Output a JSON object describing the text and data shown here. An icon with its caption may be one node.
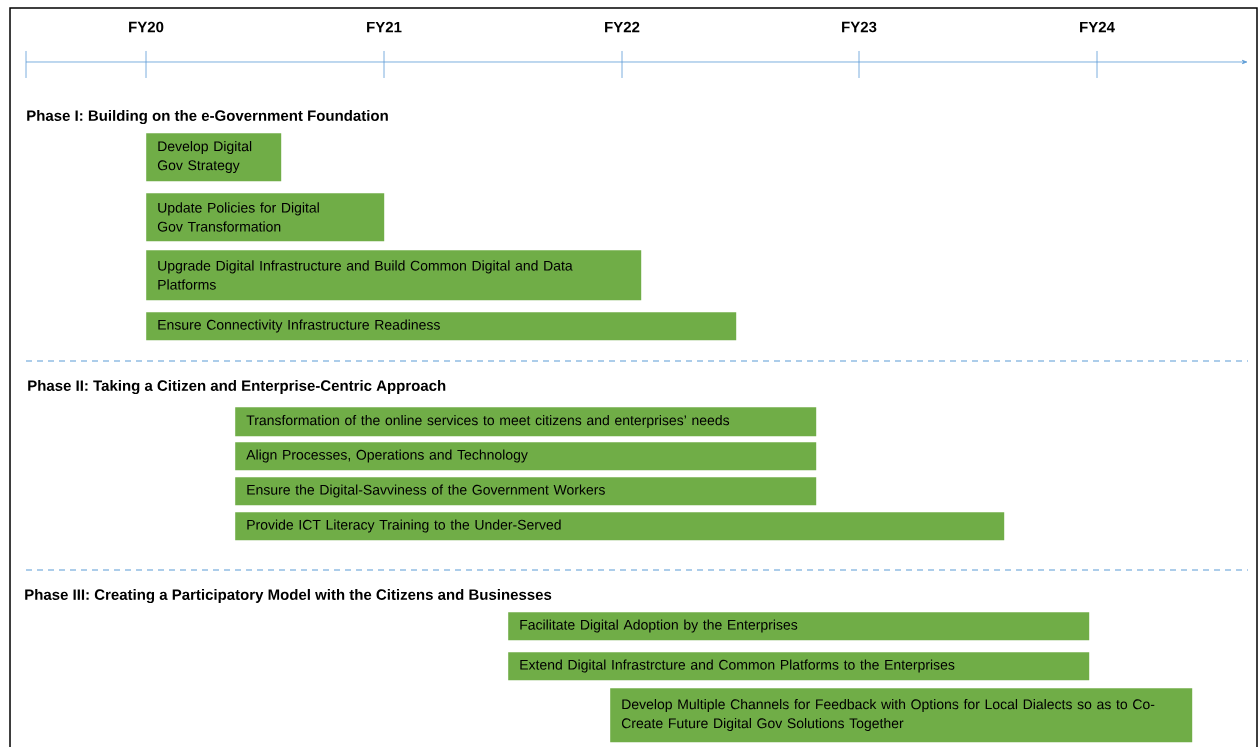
{
  "diagram": {
    "nodes": [
      {
        "text": [
          "Develop Digital Gov Strategy"
        ]
      },
      {
        "text": [
          "Update Policies for Digital Gov Transformation"
        ]
      },
      {
        "text": [
          "Upgrade Digital Infrastructure and Build Common Digital and Data Platforms"
        ]
      },
      {
        "text": [
          "Ensure Connectivity Infrastructure Readiness"
        ]
      },
      {
        "text": [
          "Transformation of the online services to meet citizens and enterprises’ needs"
        ]
      },
      {
        "text": [
          "Align Processes, Operations and Technology"
        ]
      },
      {
        "text": [
          "Ensure the Digital-Savviness of the Government Workers"
        ]
      },
      {
        "text": [
          "Provide ICT Literacy Training to the Under-Served"
        ]
      },
      {
        "text": [
          "Facilitate Digital Adoption by the Enterprises"
        ]
      },
      {
        "text": [
          "Extend Digital Infrastrcture and Common Platforms to the Enterprises"
        ]
      },
      {
        "text": [
          "Develop Multiple Channels for Feedback with Options for Local Dialects so as to Co-Create Future Digital Gov Solutions Together"
        ]
      }
    ],
    "labels": [
      "FY20",
      "FY21",
      "FY22",
      "FY23",
      "FY24",
      "Phase I: Building on the e-Government Foundation",
      "Phase II: Taking a Citizen and Enterprise-Centric Approach",
      "Phase III: Creating a Participatory Model with the Citizens and Businesses"
    ]
  }
}
